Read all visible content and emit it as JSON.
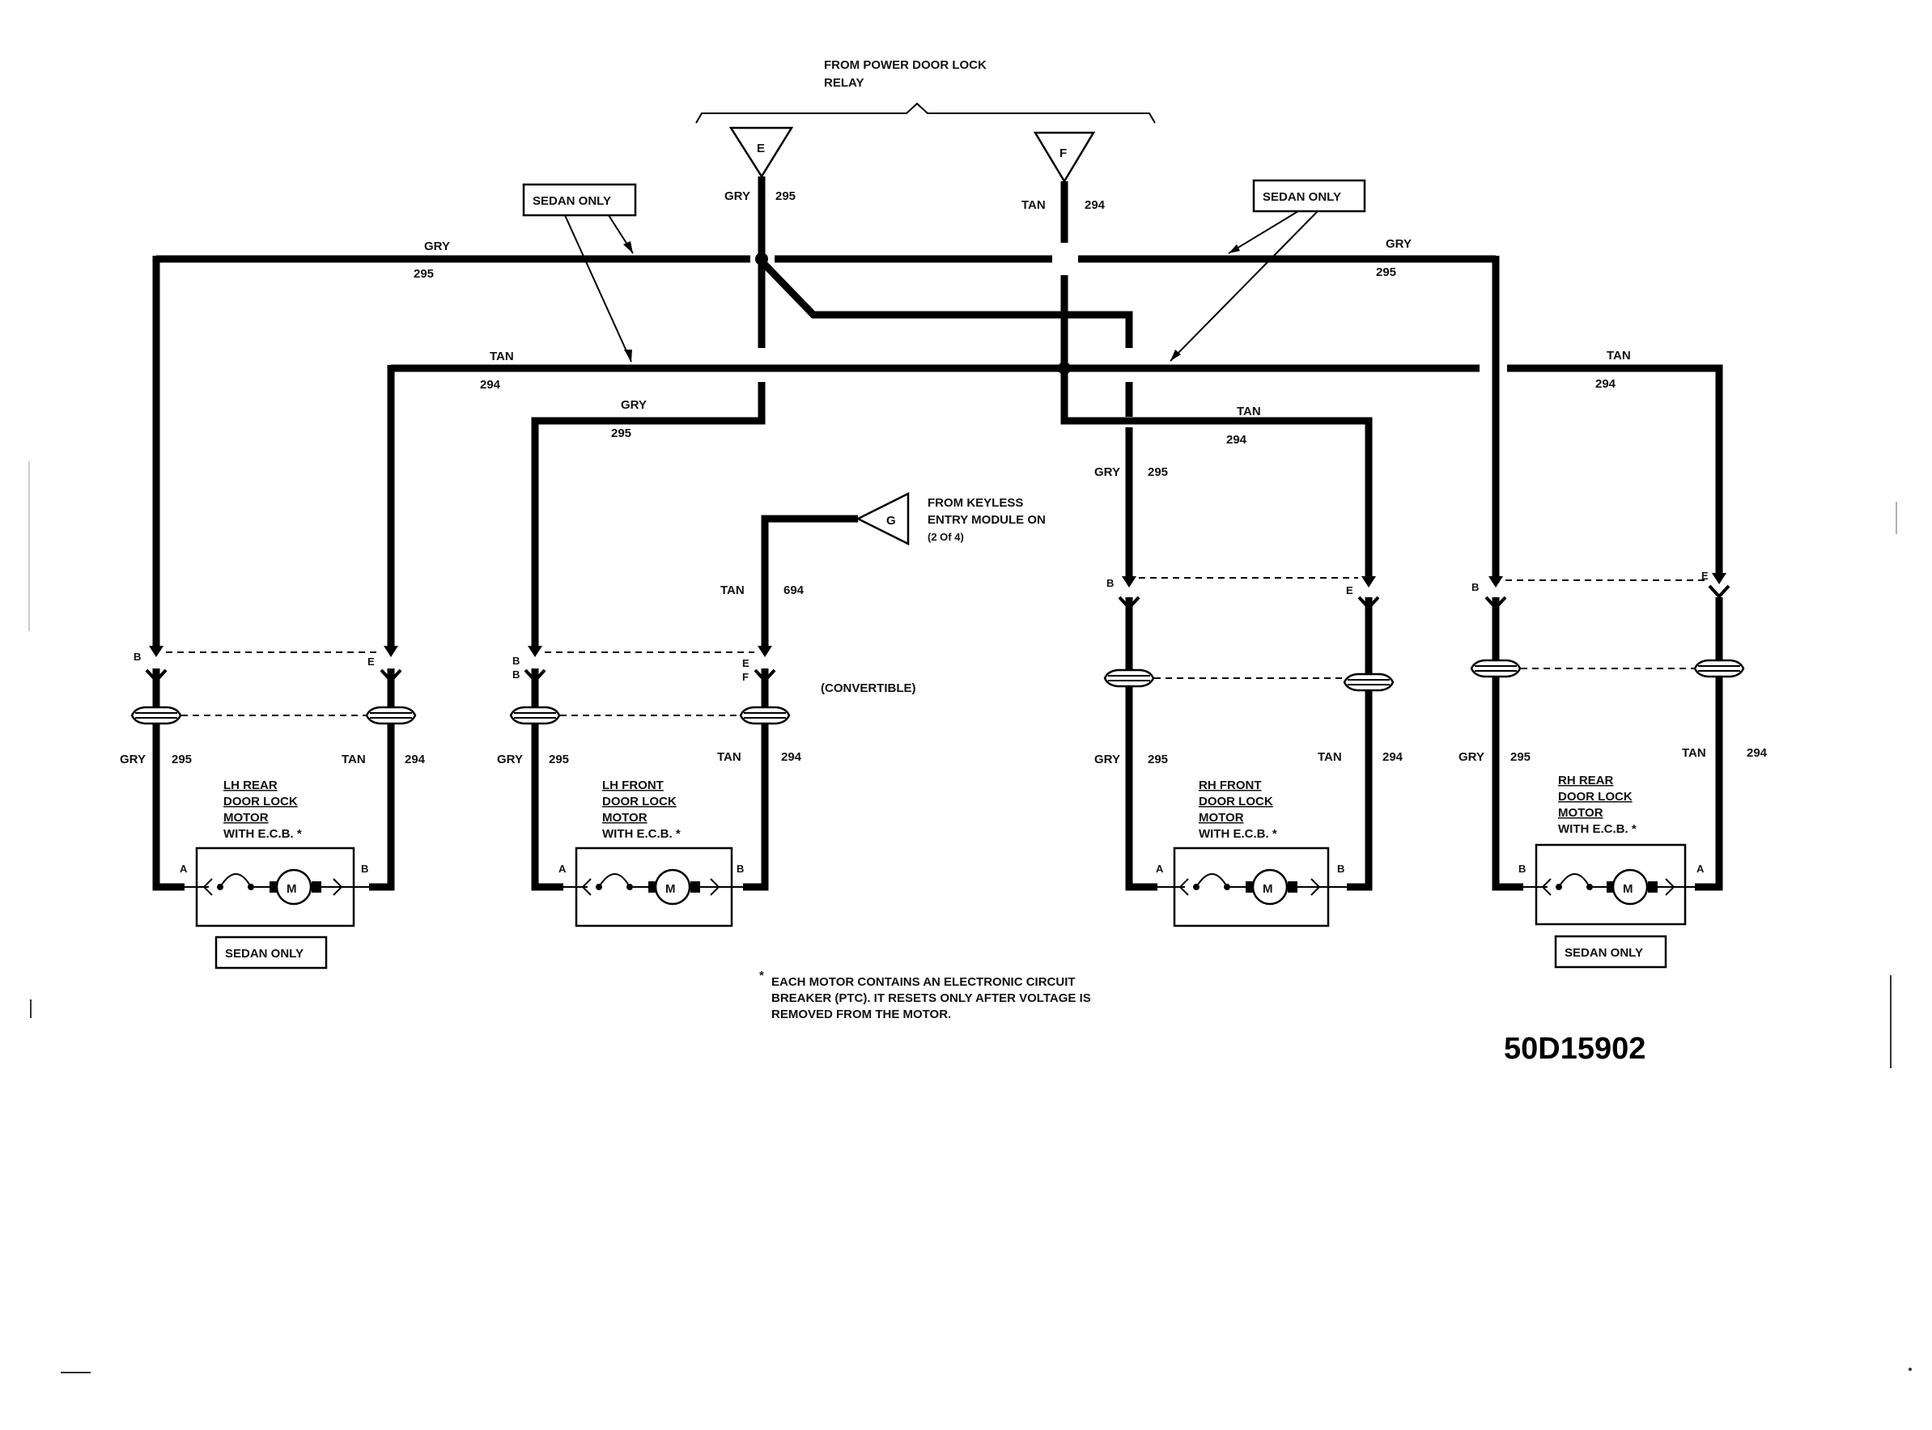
{
  "header": {
    "relay_line1": "FROM POWER DOOR LOCK",
    "relay_line2": "RELAY"
  },
  "connectors": {
    "e": "E",
    "f": "F",
    "g": "G"
  },
  "keyless": {
    "line1": "FROM KEYLESS",
    "line2": "ENTRY MODULE ON",
    "line3": "(2 Of 4)"
  },
  "wires": {
    "gry": "GRY",
    "tan": "TAN",
    "c295": "295",
    "c294": "294",
    "c694": "694"
  },
  "notes": {
    "sedan_only": "SEDAN ONLY",
    "convertible": "(CONVERTIBLE)",
    "footnote_star": "*",
    "footnote1": "EACH MOTOR CONTAINS AN ELECTRONIC CIRCUIT",
    "footnote2": "BREAKER (PTC). IT RESETS ONLY AFTER VOLTAGE IS",
    "footnote3": "REMOVED FROM THE MOTOR.",
    "diagram_id": "50D15902"
  },
  "pins": {
    "a": "A",
    "b": "B",
    "e": "E",
    "f": "F"
  },
  "motor_symbol": "M",
  "motors": [
    {
      "l1": "LH REAR",
      "l2": "DOOR LOCK",
      "l3": "MOTOR",
      "l4": "WITH E.C.B. *"
    },
    {
      "l1": "LH FRONT",
      "l2": "DOOR LOCK",
      "l3": "MOTOR",
      "l4": "WITH E.C.B. *"
    },
    {
      "l1": "RH FRONT",
      "l2": "DOOR LOCK",
      "l3": "MOTOR",
      "l4": "WITH E.C.B. *"
    },
    {
      "l1": "RH REAR",
      "l2": "DOOR LOCK",
      "l3": "MOTOR",
      "l4": "WITH E.C.B. *"
    }
  ]
}
